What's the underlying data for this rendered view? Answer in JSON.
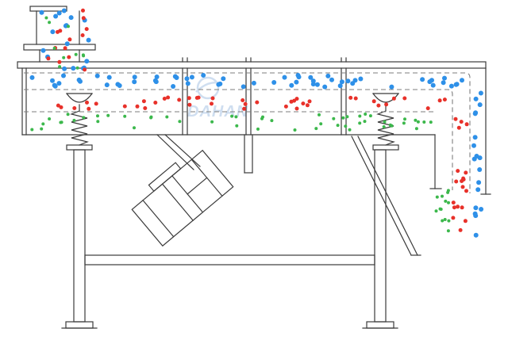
{
  "watermark": {
    "brand": "DAHAN"
  },
  "colors": {
    "background": "#ffffff",
    "line": "#3b3b3b",
    "dashed": "#7d7d7d",
    "particle_blue": "#2e90e8",
    "particle_red": "#e8312a",
    "particle_green": "#3cb84c",
    "watermark": "#a9c4e4"
  },
  "particle_groups": [
    {
      "name": "inlet-blue",
      "color": "particle_blue",
      "count": 18,
      "x": [
        50,
        112
      ],
      "y": [
        6,
        88
      ],
      "r": 3
    },
    {
      "name": "inlet-red",
      "color": "particle_red",
      "count": 13,
      "x": [
        56,
        110
      ],
      "y": [
        12,
        90
      ],
      "r": 2.5
    },
    {
      "name": "inlet-green",
      "color": "particle_green",
      "count": 10,
      "x": [
        58,
        106
      ],
      "y": [
        16,
        90
      ],
      "r": 2
    },
    {
      "name": "top-deck-blue",
      "color": "particle_blue",
      "count": 60,
      "x": [
        36,
        600
      ],
      "y": [
        95,
        110
      ],
      "r": 3
    },
    {
      "name": "middle-deck-red",
      "color": "particle_red",
      "count": 42,
      "x": [
        64,
        566
      ],
      "y": [
        122,
        138
      ],
      "r": 2.5
    },
    {
      "name": "bottom-deck-green",
      "color": "particle_green",
      "count": 52,
      "x": [
        40,
        544
      ],
      "y": [
        144,
        164
      ],
      "r": 2
    },
    {
      "name": "right-chute-blue",
      "color": "particle_blue",
      "count": 13,
      "x": [
        597,
        608
      ],
      "y": [
        112,
        248
      ],
      "r": 3
    },
    {
      "name": "right-chute-red",
      "color": "particle_red",
      "count": 12,
      "x": [
        574,
        590
      ],
      "y": [
        148,
        252
      ],
      "r": 2.5
    },
    {
      "name": "discharge-green",
      "color": "particle_green",
      "count": 13,
      "x": [
        548,
        568
      ],
      "y": [
        232,
        300
      ],
      "r": 2
    },
    {
      "name": "discharge-red",
      "color": "particle_red",
      "count": 7,
      "x": [
        570,
        590
      ],
      "y": [
        254,
        302
      ],
      "r": 2.5
    },
    {
      "name": "discharge-blue",
      "color": "particle_blue",
      "count": 5,
      "x": [
        594,
        608
      ],
      "y": [
        252,
        298
      ],
      "r": 3
    }
  ]
}
